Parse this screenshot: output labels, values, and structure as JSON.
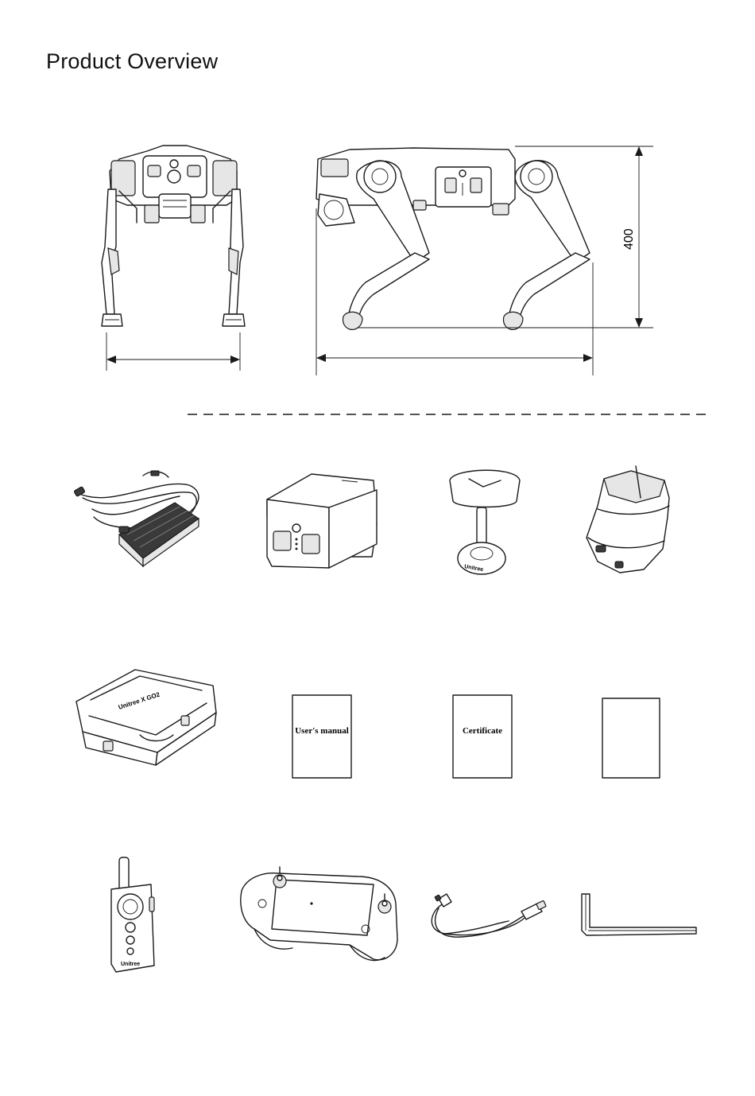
{
  "page": {
    "title": "Product Overview"
  },
  "dimensions": {
    "height_label": "400"
  },
  "booklets": {
    "manual_label": "User's manual",
    "certificate_label": "Certificate",
    "blank_label": ""
  },
  "icons": [
    "charger-icon",
    "battery-icon",
    "stand-icon",
    "head-module-icon",
    "carry-case-icon",
    "user-manual-icon",
    "certificate-icon",
    "blank-card-icon",
    "remote-fob-icon",
    "gamepad-controller-icon",
    "usb-cable-icon",
    "hex-key-icon"
  ]
}
